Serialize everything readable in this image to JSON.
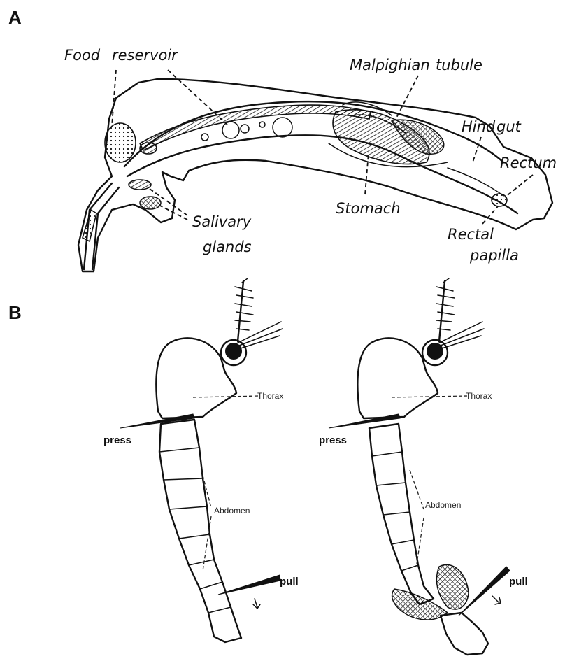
{
  "panels": {
    "a": {
      "letter": "A",
      "labels": {
        "food": "Food",
        "reservoir": "reservoir",
        "malpighian": "Malpighian",
        "tubule": "tubule",
        "hind": "Hind",
        "gut": "gut",
        "rectum": "Rectum",
        "stomach": "Stomach",
        "salivary": "Salivary",
        "glands": "glands",
        "rectal": "Rectal",
        "papilla": "papilla"
      }
    },
    "b": {
      "letter": "B",
      "left": {
        "thorax": "Thorax",
        "press": "press",
        "abdomen": "Abdomen",
        "pull": "pull"
      },
      "right": {
        "thorax": "Thorax",
        "press": "press",
        "abdomen": "Abdomen",
        "pull": "pull"
      }
    }
  }
}
